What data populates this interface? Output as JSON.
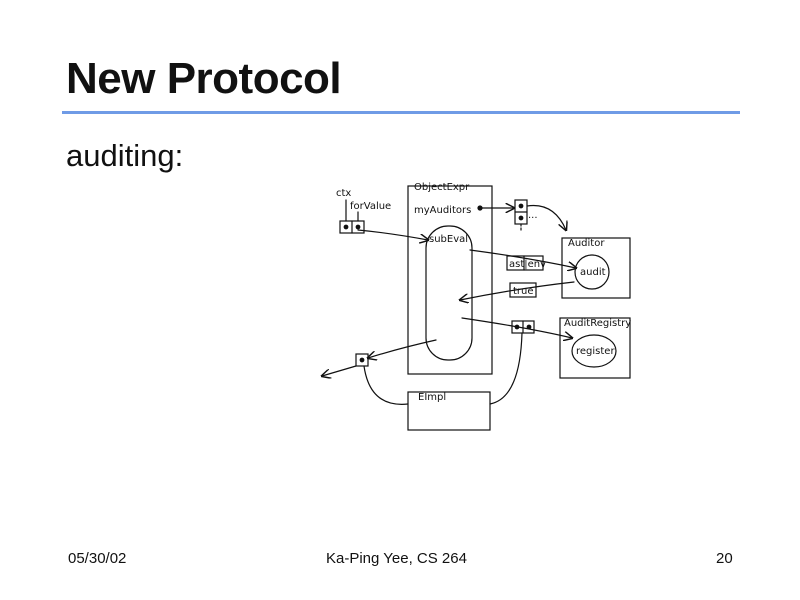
{
  "slide": {
    "title": "New Protocol",
    "bullet": "auditing:"
  },
  "diagram": {
    "labels": {
      "ctx": "ctx",
      "for_value": "forValue",
      "object_expr": "ObjectExpr",
      "my_auditors": "myAuditors",
      "sub_eval": "subEval",
      "ellipsis": "...",
      "auditor": "Auditor",
      "audit": "audit",
      "ast_env": "ast|env",
      "true_value": "true",
      "audit_registry": "AuditRegistry",
      "register": "register",
      "e_impl": "EImpl"
    }
  },
  "footer": {
    "date": "05/30/02",
    "author": "Ka-Ping Yee, CS 264",
    "page": "20"
  }
}
